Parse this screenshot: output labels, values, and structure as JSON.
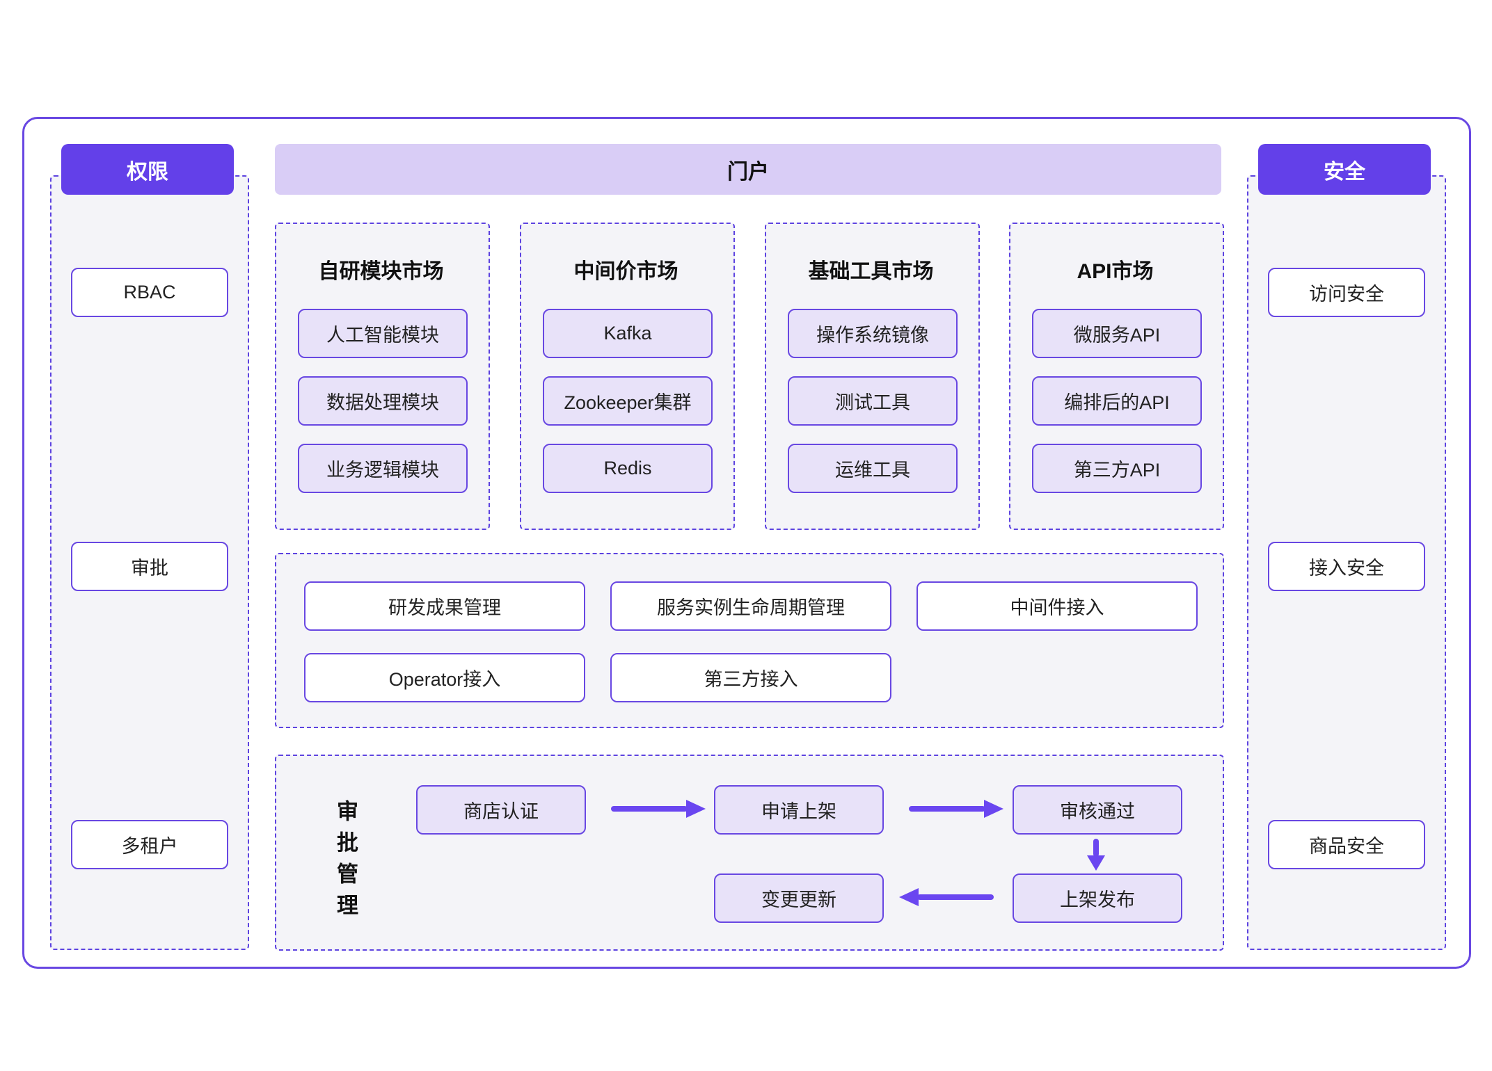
{
  "colors": {
    "accent_purple": "#6340e9",
    "border_purple": "#6847e2",
    "dashed_purple": "#5d43e0",
    "portal_bar_bg": "#d9cdf6",
    "item_box_bg": "#e8e2f9",
    "panel_bg": "#f4f4f8",
    "arrow": "#6a46f0",
    "text": "#1c1c1e"
  },
  "left_column": {
    "header": "权限",
    "items": [
      "RBAC",
      "审批",
      "多租户"
    ]
  },
  "right_column": {
    "header": "安全",
    "items": [
      "访问安全",
      "接入安全",
      "商品安全"
    ]
  },
  "portal": {
    "header": "门户"
  },
  "marketplaces": [
    {
      "title": "自研模块市场",
      "items": [
        "人工智能模块",
        "数据处理模块",
        "业务逻辑模块"
      ]
    },
    {
      "title": "中间价市场",
      "items": [
        "Kafka",
        "Zookeeper集群",
        "Redis"
      ]
    },
    {
      "title": "基础工具市场",
      "items": [
        "操作系统镜像",
        "测试工具",
        "运维工具"
      ]
    },
    {
      "title": "API市场",
      "items": [
        "微服务API",
        "编排后的API",
        "第三方API"
      ]
    }
  ],
  "functions": {
    "row1": [
      "研发成果管理",
      "服务实例生命周期管理",
      "中间件接入"
    ],
    "row2": [
      "Operator接入",
      "第三方接入"
    ]
  },
  "approval": {
    "label": "审批管理",
    "flow": [
      "商店认证",
      "申请上架",
      "审核通过",
      "上架发布",
      "变更更新"
    ]
  }
}
